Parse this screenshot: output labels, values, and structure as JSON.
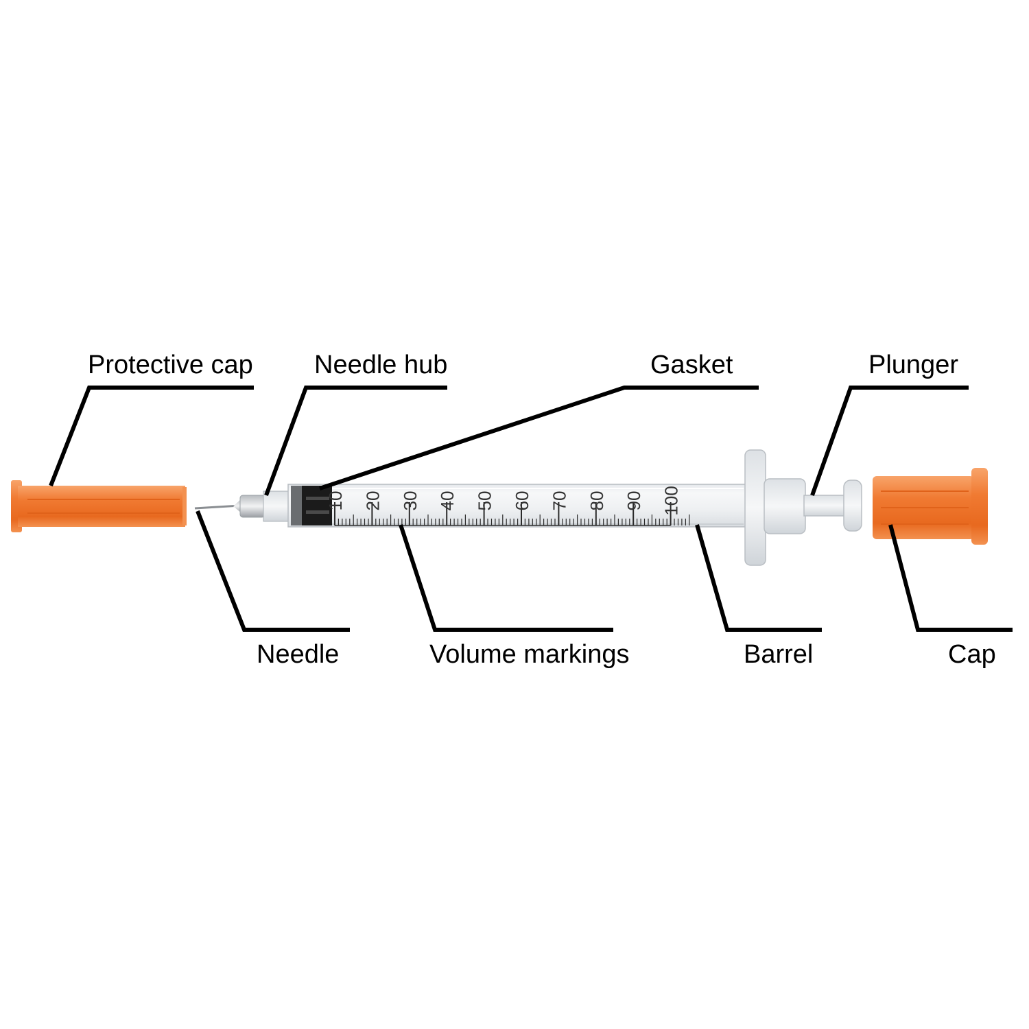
{
  "labels": {
    "protective_cap": "Protective cap",
    "needle_hub": "Needle hub",
    "gasket": "Gasket",
    "plunger": "Plunger",
    "needle": "Needle",
    "volume_markings": "Volume markings",
    "barrel": "Barrel",
    "cap": "Cap"
  },
  "scale_numbers": [
    "10",
    "20",
    "30",
    "40",
    "50",
    "60",
    "70",
    "80",
    "90",
    "100"
  ],
  "colors": {
    "orange": "#f07a32",
    "orange_dark": "#d9621c",
    "orange_light": "#f8a46a",
    "ink": "#000000"
  }
}
